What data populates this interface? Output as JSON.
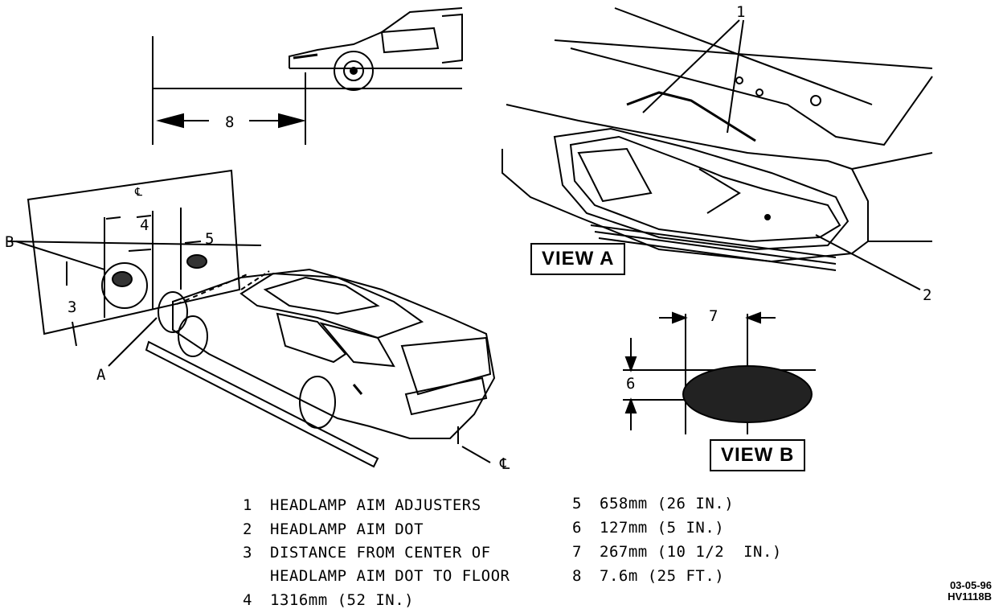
{
  "callouts": {
    "c1": "1",
    "c2": "2",
    "c3": "3",
    "c4": "4",
    "c5": "5",
    "c6": "6",
    "c7": "7",
    "c8": "8",
    "a": "A",
    "b": "B",
    "cl_wall": "℄",
    "cl_car": "℄"
  },
  "views": {
    "view_a": "VIEW A",
    "view_b": "VIEW B"
  },
  "legend": [
    {
      "num": "1",
      "text": "HEADLAMP AIM ADJUSTERS"
    },
    {
      "num": "2",
      "text": "HEADLAMP AIM DOT"
    },
    {
      "num": "3",
      "text": "DISTANCE FROM CENTER OF"
    },
    {
      "num": "",
      "text": "HEADLAMP AIM DOT TO FLOOR"
    },
    {
      "num": "4",
      "text": "1316mm (52 IN.)"
    },
    {
      "num": "5",
      "text": "658mm (26 IN.)"
    },
    {
      "num": "6",
      "text": "127mm (5 IN.)"
    },
    {
      "num": "7",
      "text": "267mm (10 1/2  IN.)"
    },
    {
      "num": "8",
      "text": "7.6m (25 FT.)"
    }
  ],
  "figure_code": {
    "line1": "03-05-96",
    "line2": "HV1118B"
  }
}
